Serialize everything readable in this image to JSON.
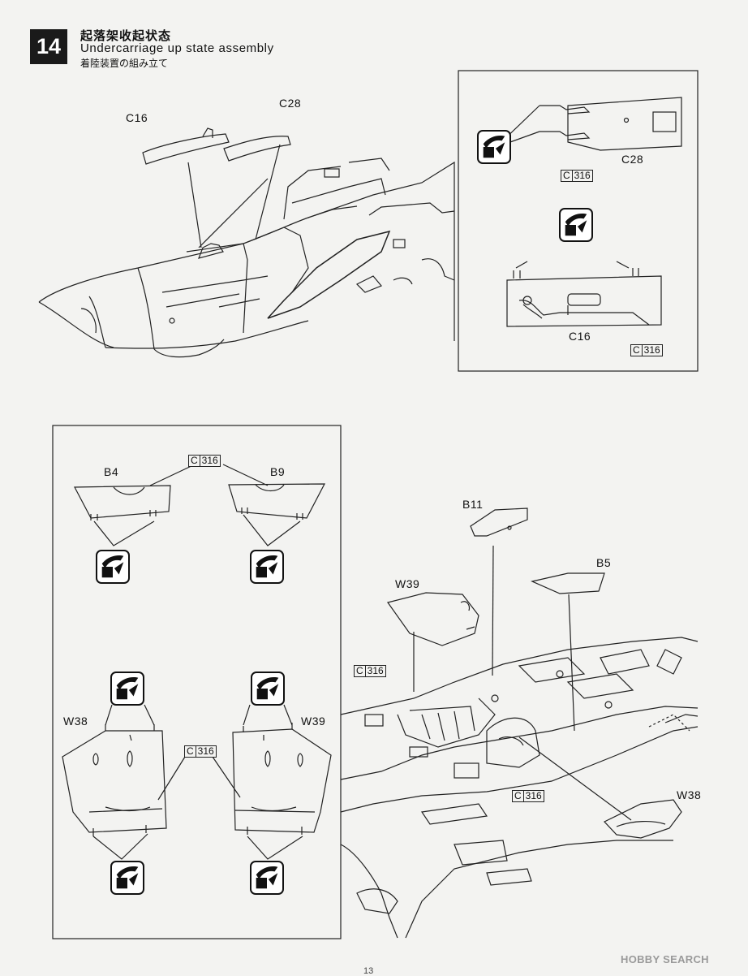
{
  "step": {
    "number": "14",
    "title_cn": "起落架收起状态",
    "title_en": "Undercarriage up state assembly",
    "title_jp": "着陸装置の組み立て"
  },
  "parts": {
    "c16": "C16",
    "c28": "C28",
    "b4": "B4",
    "b9": "B9",
    "b11": "B11",
    "b5": "B5",
    "w39": "W39",
    "w38": "W38"
  },
  "paint_ref": {
    "prefix": "C",
    "code": "316"
  },
  "glue_icon": "cement-glue-icon",
  "page_number": "13",
  "watermark": "HOBBY SEARCH"
}
